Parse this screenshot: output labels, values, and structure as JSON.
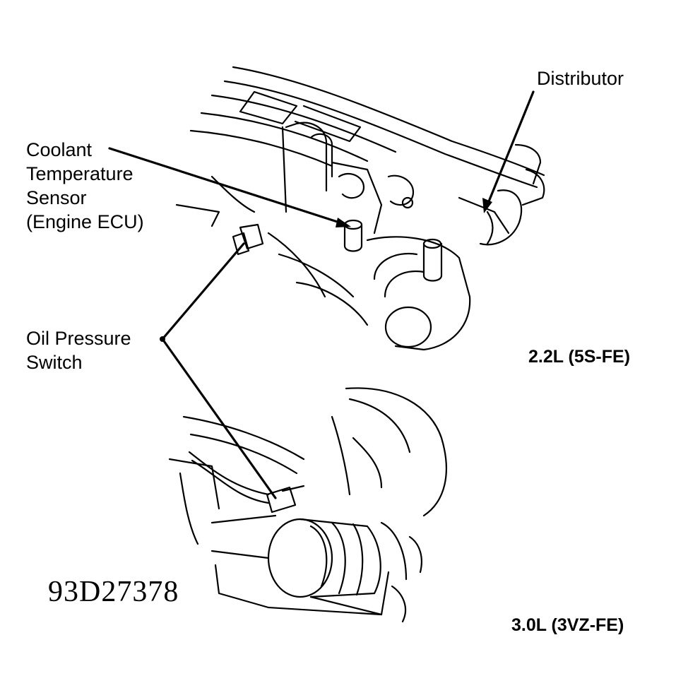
{
  "labels": {
    "distributor": "Distributor",
    "coolant_sensor": [
      "Coolant",
      "Temperature",
      "Sensor",
      "(Engine ECU)"
    ],
    "oil_pressure_switch": [
      "Oil Pressure",
      "Switch"
    ],
    "engine_upper": "2.2L (5S-FE)",
    "engine_lower": "3.0L (3VZ-FE)",
    "figure_number": "93D27378"
  },
  "colors": {
    "ink": "#000000",
    "paper": "#ffffff"
  }
}
